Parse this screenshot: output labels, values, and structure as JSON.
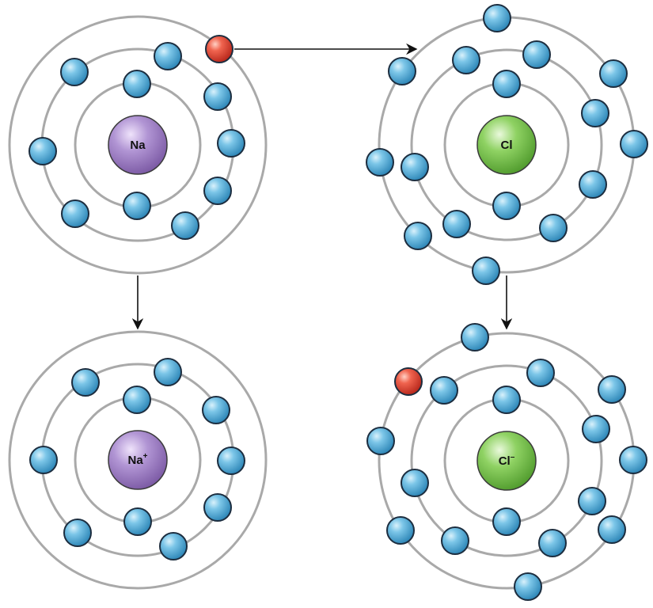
{
  "atoms": {
    "na_before": {
      "symbol": "Na",
      "charge": ""
    },
    "cl_before": {
      "symbol": "Cl",
      "charge": ""
    },
    "na_after": {
      "symbol": "Na",
      "charge": "+"
    },
    "cl_after": {
      "symbol": "Cl",
      "charge": "–"
    }
  },
  "colors": {
    "electron": "#4aa9d6",
    "transferred_electron": "#e0483b",
    "sodium_nucleus": "#9a79bd",
    "chlorine_nucleus": "#6fbf4a",
    "shell": "#a9a9a9",
    "arrow": "#111111"
  },
  "legend": {
    "electron_icon": "blue-sphere",
    "transferred_electron_icon": "red-sphere"
  }
}
